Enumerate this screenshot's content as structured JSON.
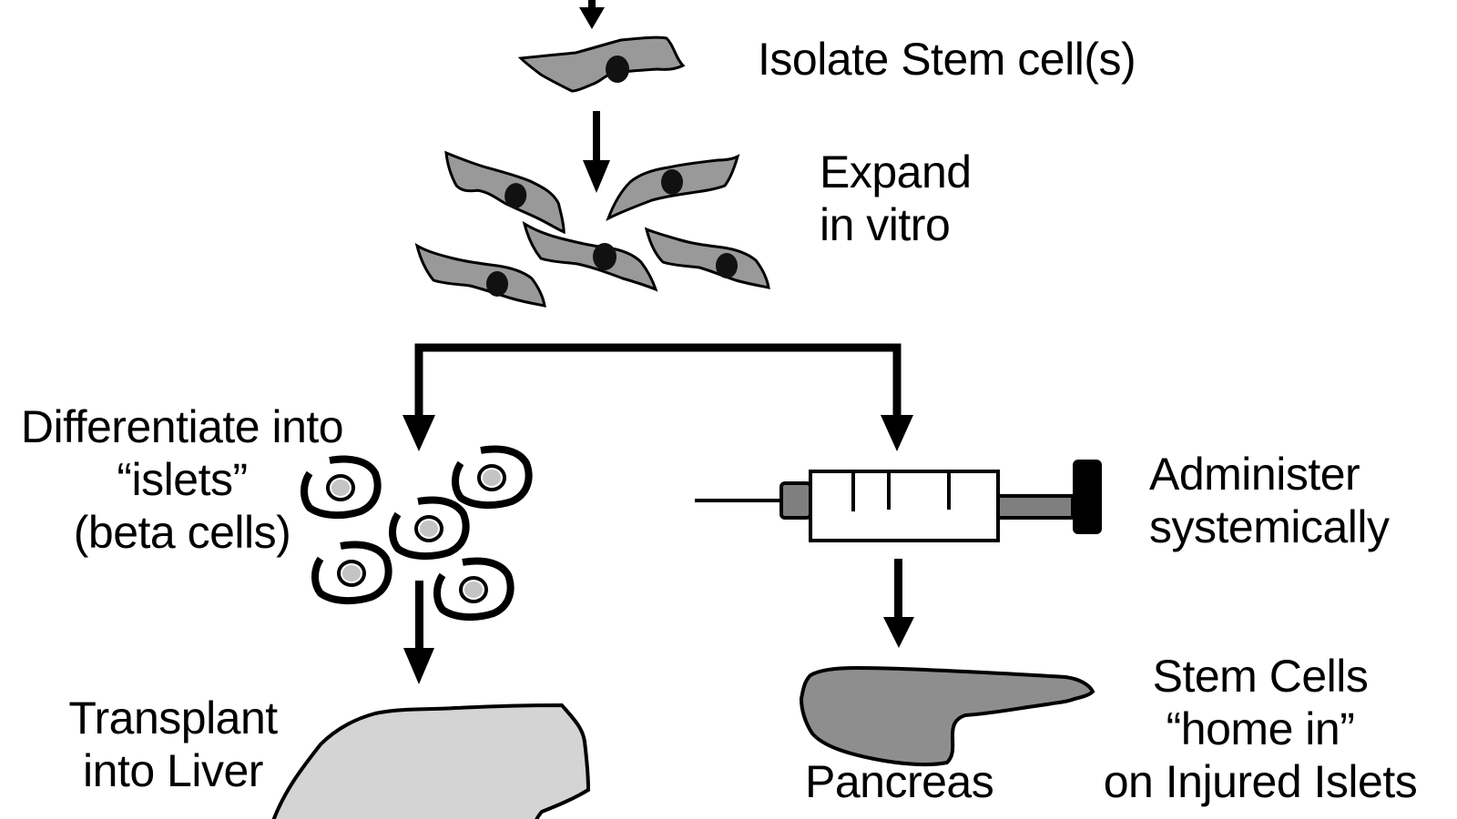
{
  "title": "Stem cell therapy approaches for diabetes",
  "steps": {
    "isolate": {
      "label": "Isolate Stem cell(s)"
    },
    "expand": {
      "lines": [
        "Expand",
        "in vitro"
      ]
    },
    "differentiate": {
      "lines": [
        "Differentiate into",
        "“islets”",
        "(beta cells)"
      ]
    },
    "administer": {
      "lines": [
        "Administer",
        "systemically"
      ]
    },
    "transplant": {
      "lines": [
        "Transplant",
        "into Liver"
      ]
    },
    "pancreas": {
      "label": "Pancreas"
    },
    "home_in": {
      "lines": [
        "Stem Cells",
        "“home in”",
        "on Injured Islets"
      ]
    }
  },
  "colors": {
    "line": "#000000",
    "stem_cell_fill": "#999999",
    "nucleus": "#111111",
    "islet_nucleus": "#c4c4c4",
    "plunger_gray": "#7f7f7f",
    "liver_fill": "#d4d4d4",
    "pancreas_fill": "#8e8e8e"
  },
  "icons": {
    "stem_cell": "stem-cell-icon",
    "beta_cell": "beta-cell-icon",
    "syringe": "syringe-icon",
    "liver": "liver-icon",
    "pancreas": "pancreas-icon"
  }
}
